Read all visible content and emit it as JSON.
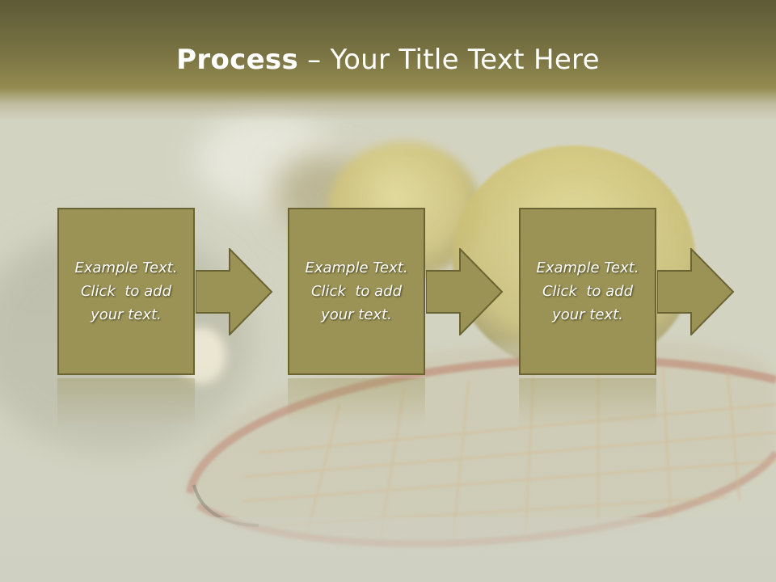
{
  "slide": {
    "title_bold": "Process",
    "title_rest": " – Your Title Text Here"
  },
  "steps": [
    {
      "line1": "Example Text.",
      "line2": "Click  to add",
      "line3": "your text."
    },
    {
      "line1": "Example Text.",
      "line2": "Click  to add",
      "line3": "your text."
    },
    {
      "line1": "Example Text.",
      "line2": "Click  to add",
      "line3": "your text."
    }
  ],
  "colors": {
    "box_fill": "#9b9356",
    "box_border": "#6a6432",
    "title_bar": "#7a7444",
    "background": "#d6d6c6"
  },
  "background_image": "tennis-balls-and-racket-photo"
}
